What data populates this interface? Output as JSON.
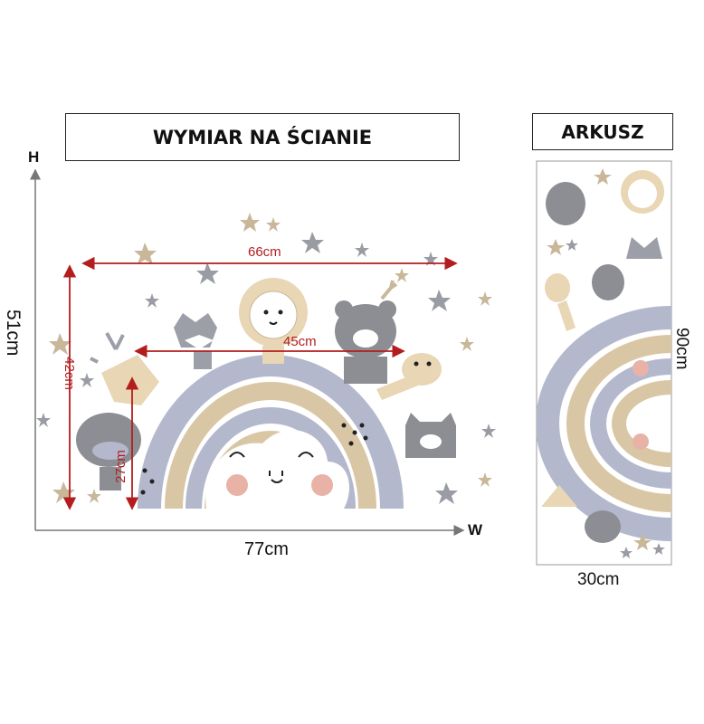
{
  "wall": {
    "title": "WYMIAR NA ŚCIANIE",
    "axis_h": "H",
    "axis_w": "W",
    "height_total": "51cm",
    "width_total": "77cm",
    "dim_66": "66cm",
    "dim_45": "45cm",
    "dim_42": "42cm",
    "dim_27": "27cm"
  },
  "sheet": {
    "title": "ARKUSZ",
    "height": "90cm",
    "width": "30cm"
  },
  "colors": {
    "measure_red": "#b31d1d",
    "beige": "#d9c6a5",
    "gray": "#b2b6c8",
    "dark_gray": "#8d8e93",
    "blush": "#e8b3a6"
  }
}
